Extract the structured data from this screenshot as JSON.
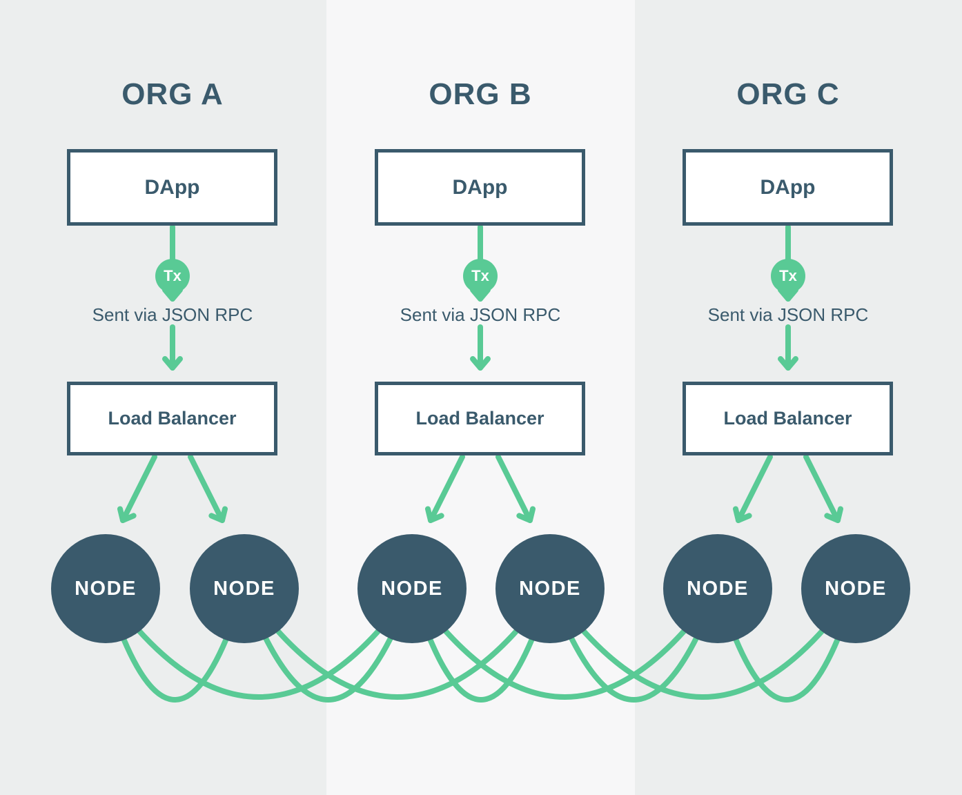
{
  "colors": {
    "dark_slate": "#3A5A6C",
    "green": "#59CA95",
    "band_outer": "#ECEEEE",
    "band_inner": "#F7F7F8",
    "box_background": "#FFFFFF",
    "node_text": "#FFFFFF"
  },
  "columns": [
    {
      "org_title": "ORG A",
      "dapp_label": "DApp",
      "tx_badge": "Tx",
      "rpc_label": "Sent via JSON RPC",
      "load_balancer_label": "Load Balancer",
      "nodes": [
        "NODE",
        "NODE"
      ]
    },
    {
      "org_title": "ORG B",
      "dapp_label": "DApp",
      "tx_badge": "Tx",
      "rpc_label": "Sent via JSON RPC",
      "load_balancer_label": "Load Balancer",
      "nodes": [
        "NODE",
        "NODE"
      ]
    },
    {
      "org_title": "ORG C",
      "dapp_label": "DApp",
      "tx_badge": "Tx",
      "rpc_label": "Sent via JSON RPC",
      "load_balancer_label": "Load Balancer",
      "nodes": [
        "NODE",
        "NODE"
      ]
    }
  ]
}
